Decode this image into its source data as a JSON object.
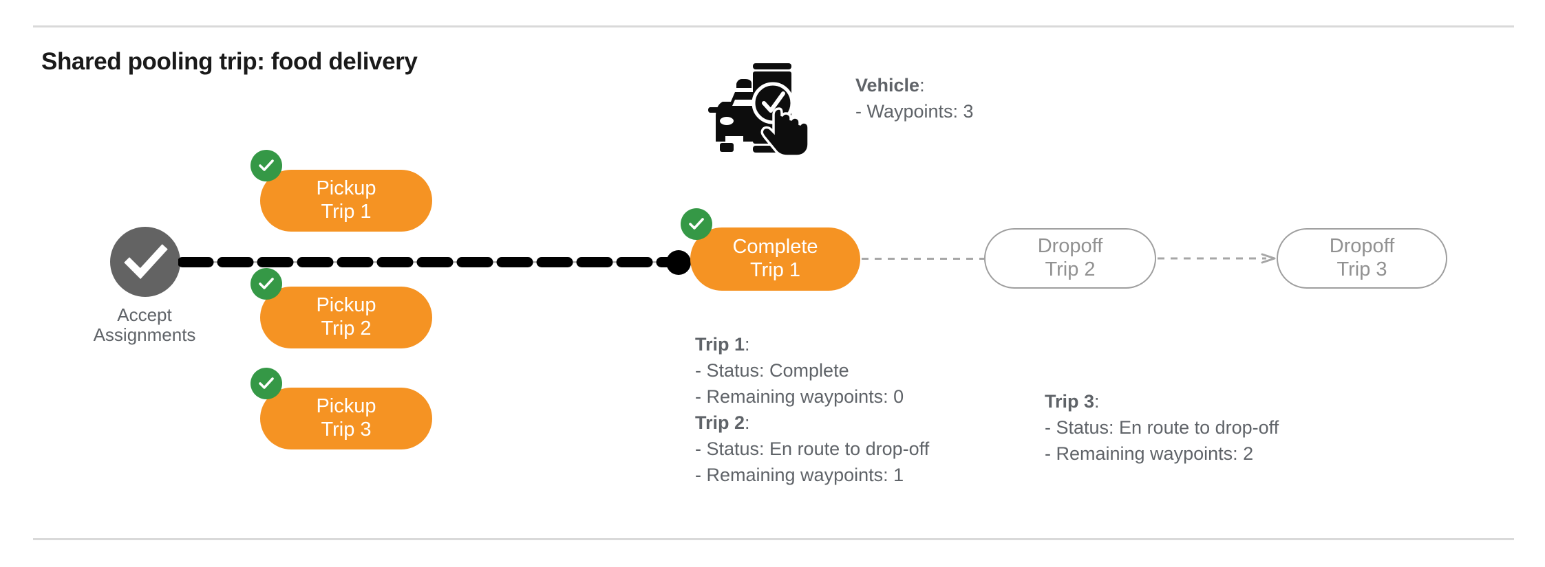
{
  "slide": {
    "title": "Shared pooling trip: food delivery"
  },
  "colors": {
    "orange": "#F59323",
    "green": "#359846",
    "gray_node": "#636363",
    "gray_text": "#5f6368",
    "ghost_border": "#9e9e9e",
    "rule": "#d9d9d9",
    "black": "#000000"
  },
  "start_node": {
    "icon": "check-circle-icon",
    "label_line1": "Accept",
    "label_line2": "Assignments"
  },
  "pickups": [
    {
      "line1": "Pickup",
      "line2": "Trip 1",
      "badge": "check-badge-icon",
      "completed": true
    },
    {
      "line1": "Pickup",
      "line2": "Trip 2",
      "badge": "check-badge-icon",
      "completed": true
    },
    {
      "line1": "Pickup",
      "line2": "Trip 3",
      "badge": "check-badge-icon",
      "completed": true
    }
  ],
  "stops": [
    {
      "line1": "Complete",
      "line2": "Trip 1",
      "state": "completed",
      "badge": "check-badge-icon"
    },
    {
      "line1": "Dropoff",
      "line2": "Trip 2",
      "state": "pending"
    },
    {
      "line1": "Dropoff",
      "line2": "Trip 3",
      "state": "pending"
    }
  ],
  "vehicle_info": {
    "icon": "car-phone-check-icon",
    "heading": "Vehicle",
    "heading_colon": ":",
    "line1": "- Waypoints: 3"
  },
  "trip_details": {
    "trip1": {
      "heading": "Trip 1",
      "heading_colon": ":",
      "status": "- Status:  Complete",
      "waypoints": "- Remaining waypoints: 0"
    },
    "trip2": {
      "heading": "Trip 2",
      "heading_colon": ":",
      "status": "- Status:  En route to drop-off",
      "waypoints": "- Remaining waypoints: 1"
    },
    "trip3": {
      "heading": "Trip 3",
      "heading_colon": ":",
      "status": "- Status:  En route to drop-off",
      "waypoints": "- Remaining waypoints: 2"
    }
  }
}
